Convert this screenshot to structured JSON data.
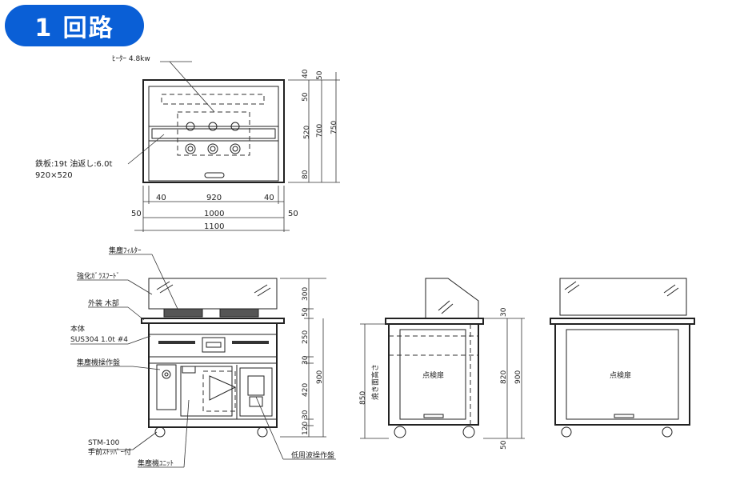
{
  "badge": "1 回路",
  "top_view": {
    "heater_label": "ﾋｰﾀｰ 4.8kw",
    "plate_label_1": "鉄板:19t 油返し:6.0t",
    "plate_label_2": "920×520",
    "dims_bottom": [
      "40",
      "920",
      "40"
    ],
    "dims_total_1": "1000",
    "dims_side_left": "50",
    "dims_side_right": "50",
    "dims_total_2": "1100",
    "dims_right": [
      "40",
      "50",
      "520",
      "80"
    ],
    "dims_right_total_1": "700",
    "dims_right_total_2": "750",
    "dims_right_top": "50"
  },
  "front_view": {
    "label_filter": "集塵ﾌｨﾙﾀｰ",
    "label_glass": "強化ｶﾞﾗｽﾌｰﾄﾞ",
    "label_exterior": "外装 木部",
    "label_body_1": "本体",
    "label_body_2": "SUS304 1.0t #4",
    "label_panel": "集塵機操作盤",
    "label_stopper_1": "STM-100",
    "label_stopper_2": "手前ｽﾄｯﾊﾟｰ付",
    "label_unit": "集塵機ﾕﾆｯﾄ",
    "label_lowfreq": "低周波操作盤",
    "dims_right": [
      "300",
      "50",
      "250",
      "30",
      "420",
      "30",
      "120"
    ],
    "dims_right_total": "900"
  },
  "side_view": {
    "label_height_1": "焼き面高さ",
    "label_height_2": "850",
    "label_inspect": "点検扉",
    "dims": [
      "30",
      "820",
      "900",
      "50"
    ]
  },
  "back_view": {
    "label_inspect": "点検扉"
  }
}
